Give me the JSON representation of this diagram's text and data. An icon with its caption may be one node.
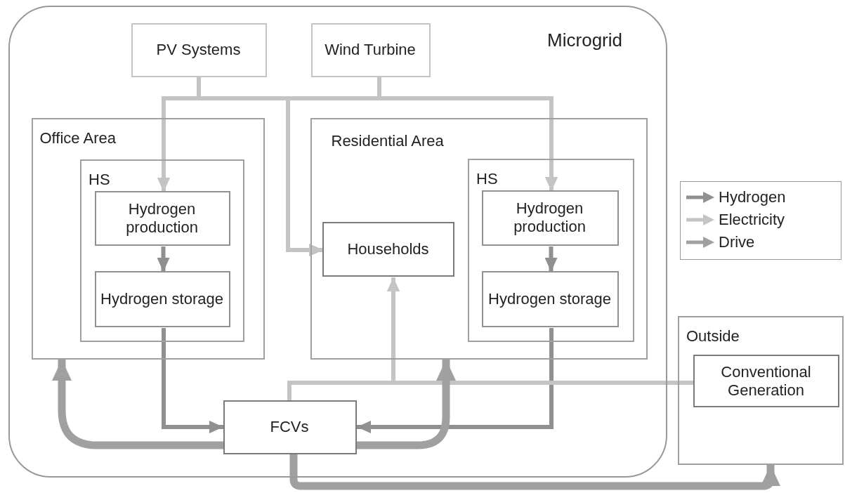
{
  "diagram": {
    "nodes": [
      {
        "text": [
          "Microgrid"
        ]
      },
      {
        "text": [
          "PV Systems"
        ],
        "in": 0
      },
      {
        "text": [
          "Wind Turbine"
        ],
        "in": 0
      },
      {
        "text": [
          "Office Area"
        ],
        "in": 0
      },
      {
        "text": [
          "HS"
        ],
        "in": 3
      },
      {
        "text": [
          "Hydrogen production"
        ],
        "in": 4
      },
      {
        "text": [
          "Hydrogen storage"
        ],
        "in": 4
      },
      {
        "text": [
          "Residential Area"
        ],
        "in": 0
      },
      {
        "text": [
          "Households"
        ],
        "in": 7
      },
      {
        "text": [
          "HS"
        ],
        "in": 7
      },
      {
        "text": [
          "Hydrogen production"
        ],
        "in": 9
      },
      {
        "text": [
          "Hydrogen storage"
        ],
        "in": 9
      },
      {
        "text": [
          "FCVs"
        ],
        "in": 0
      },
      {
        "text": [
          "Outside"
        ]
      },
      {
        "text": [
          "Conventional Generation"
        ],
        "in": 13
      }
    ],
    "edges": [
      {
        "from": 1,
        "to": 5,
        "arrow": "to",
        "color": "#c4c4c4"
      },
      {
        "from": 1,
        "to": 8,
        "arrow": "to",
        "color": "#c4c4c4"
      },
      {
        "from": 1,
        "to": 10,
        "arrow": "to",
        "color": "#c4c4c4"
      },
      {
        "from": 2,
        "to": 5,
        "arrow": "to",
        "color": "#c4c4c4"
      },
      {
        "from": 2,
        "to": 8,
        "arrow": "to",
        "color": "#c4c4c4"
      },
      {
        "from": 2,
        "to": 10,
        "arrow": "to",
        "color": "#c4c4c4"
      },
      {
        "from": 5,
        "to": 6,
        "arrow": "to",
        "color": "#909090"
      },
      {
        "from": 10,
        "to": 11,
        "arrow": "to",
        "color": "#909090"
      },
      {
        "from": 6,
        "to": 12,
        "arrow": "to",
        "color": "#909090"
      },
      {
        "from": 11,
        "to": 12,
        "arrow": "to",
        "color": "#909090"
      },
      {
        "from": 12,
        "to": 8,
        "arrow": "to",
        "color": "#c4c4c4"
      },
      {
        "from": 14,
        "to": 8,
        "arrow": "to",
        "color": "#c4c4c4"
      },
      {
        "from": 12,
        "to": 3,
        "arrow": "to",
        "style": "thick",
        "color": "#a0a0a0"
      },
      {
        "from": 12,
        "to": 7,
        "arrow": "to",
        "style": "thick",
        "color": "#a0a0a0"
      },
      {
        "from": 12,
        "to": 13,
        "arrow": "to",
        "style": "thick",
        "color": "#a0a0a0"
      }
    ],
    "legend": [
      {
        "text": "Hydrogen"
      },
      {
        "text": "Electricity"
      },
      {
        "text": "Drive"
      }
    ]
  }
}
